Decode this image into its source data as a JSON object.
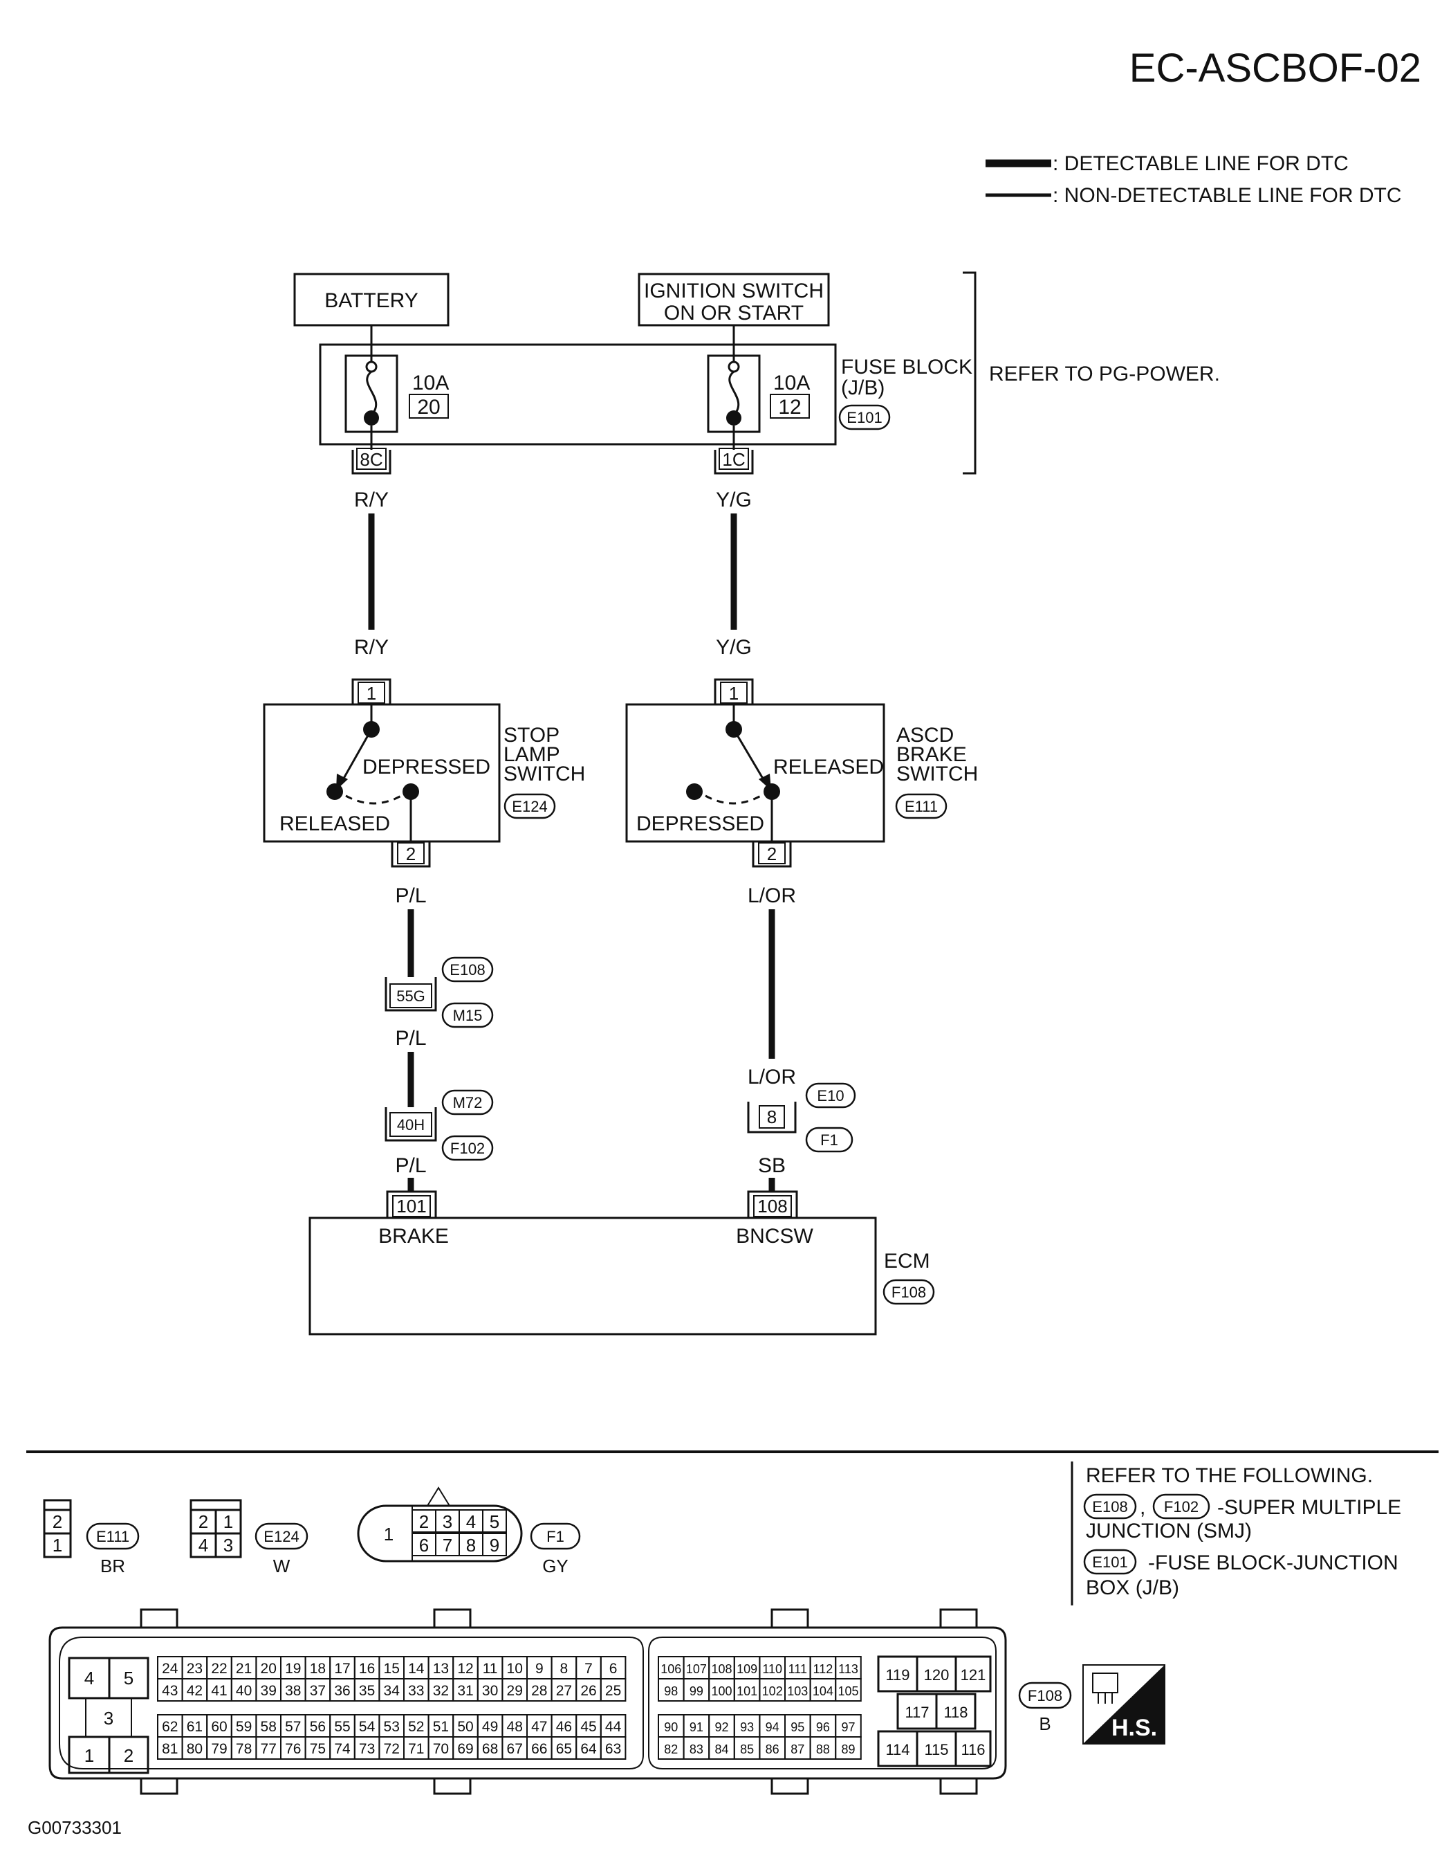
{
  "page_code": "EC-ASCBOF-02",
  "legend": {
    "detectable": ": DETECTABLE LINE FOR DTC",
    "non_detectable": ": NON-DETECTABLE LINE FOR DTC"
  },
  "power": {
    "battery": "BATTERY",
    "ignition_line1": "IGNITION SWITCH",
    "ignition_line2": "ON OR START",
    "fuse_left_amp": "10A",
    "fuse_left_num": "20",
    "fuse_right_amp": "10A",
    "fuse_right_num": "12",
    "fuse_block_line1": "FUSE BLOCK",
    "fuse_block_line2": "(J/B)",
    "fuse_block_conn": "E101",
    "refer_power": "REFER TO PG-POWER.",
    "term_left": "8C",
    "term_right": "1C"
  },
  "wires": {
    "ry": "R/Y",
    "yg": "Y/G",
    "pl": "P/L",
    "lor": "L/OR",
    "sb": "SB"
  },
  "stop_lamp": {
    "line1": "STOP",
    "line2": "LAMP",
    "line3": "SWITCH",
    "conn": "E124",
    "pin_in": "1",
    "pin_out": "2",
    "state_a": "DEPRESSED",
    "state_b": "RELEASED"
  },
  "ascd_brake": {
    "line1": "ASCD",
    "line2": "BRAKE",
    "line3": "SWITCH",
    "conn": "E111",
    "pin_in": "1",
    "pin_out": "2",
    "state_a": "RELEASED",
    "state_b": "DEPRESSED"
  },
  "junctions": {
    "e108": "E108",
    "m15": "M15",
    "t55g": "55G",
    "m72": "M72",
    "f102": "F102",
    "t40h": "40H",
    "e10": "E10",
    "f1": "F1",
    "t8": "8"
  },
  "ecm": {
    "label": "ECM",
    "conn": "F108",
    "pin_brake": "101",
    "pin_bncsw": "108",
    "sig_brake": "BRAKE",
    "sig_bncsw": "BNCSW"
  },
  "connectors": {
    "e111": {
      "id": "E111",
      "color": "BR",
      "pins": [
        "2",
        "1"
      ]
    },
    "e124": {
      "id": "E124",
      "color": "W",
      "pins": [
        "2",
        "1",
        "4",
        "3"
      ]
    },
    "f1": {
      "id": "F1",
      "color": "GY",
      "pins": [
        "1",
        "2",
        "3",
        "4",
        "5",
        "6",
        "7",
        "8",
        "9"
      ]
    },
    "f108": {
      "id": "F108",
      "color": "B"
    }
  },
  "refer": {
    "title": "REFER TO THE FOLLOWING.",
    "smj_a": "E108",
    "smj_sep": ",",
    "smj_b": "F102",
    "smj_text": "-SUPER MULTIPLE",
    "smj_text2": "JUNCTION (SMJ)",
    "jb_conn": "E101",
    "jb_text": "-FUSE BLOCK-JUNCTION",
    "jb_text2": "BOX (J/B)"
  },
  "hs_badge": "H.S.",
  "figure_id": "G00733301",
  "ecm_pins": {
    "left_small": [
      "4",
      "5",
      "3",
      "1",
      "2"
    ],
    "row1": [
      "24",
      "23",
      "22",
      "21",
      "20",
      "19",
      "18",
      "17",
      "16",
      "15",
      "14",
      "13",
      "12",
      "11",
      "10",
      "9",
      "8",
      "7",
      "6"
    ],
    "row2": [
      "43",
      "42",
      "41",
      "40",
      "39",
      "38",
      "37",
      "36",
      "35",
      "34",
      "33",
      "32",
      "31",
      "30",
      "29",
      "28",
      "27",
      "26",
      "25"
    ],
    "row3": [
      "62",
      "61",
      "60",
      "59",
      "58",
      "57",
      "56",
      "55",
      "54",
      "53",
      "52",
      "51",
      "50",
      "49",
      "48",
      "47",
      "46",
      "45",
      "44"
    ],
    "row4": [
      "81",
      "80",
      "79",
      "78",
      "77",
      "76",
      "75",
      "74",
      "73",
      "72",
      "71",
      "70",
      "69",
      "68",
      "67",
      "66",
      "65",
      "64",
      "63"
    ],
    "r_row1": [
      "106",
      "107",
      "108",
      "109",
      "110",
      "111",
      "112",
      "113"
    ],
    "r_row2": [
      "98",
      "99",
      "100",
      "101",
      "102",
      "103",
      "104",
      "105"
    ],
    "r_row3": [
      "90",
      "91",
      "92",
      "93",
      "94",
      "95",
      "96",
      "97"
    ],
    "r_row4": [
      "82",
      "83",
      "84",
      "85",
      "86",
      "87",
      "88",
      "89"
    ],
    "big_top": [
      "119",
      "120",
      "121"
    ],
    "big_mid": [
      "117",
      "118"
    ],
    "big_bot": [
      "114",
      "115",
      "116"
    ]
  }
}
